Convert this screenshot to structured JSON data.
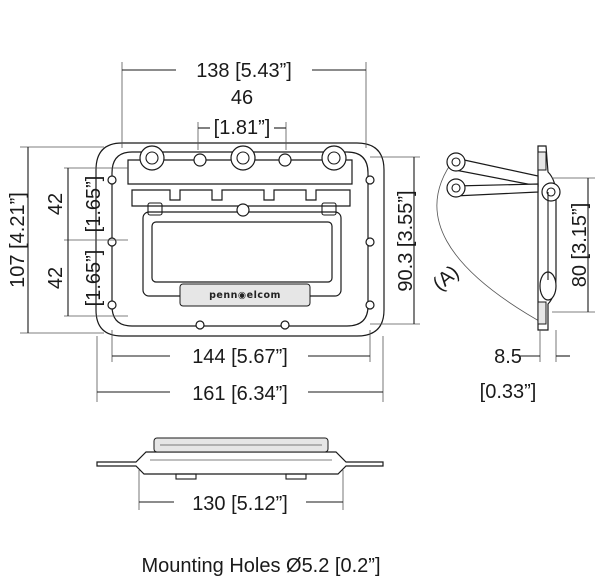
{
  "dimensions": {
    "top_width": "138 [5.43”]",
    "handle_spacing": "46",
    "handle_spacing_in": "[1.81”]",
    "height_total": "107 [4.21”]",
    "upper_half": "42",
    "upper_half_in": "[1.65”]",
    "lower_half": "42",
    "lower_half_in": "[1.65”]",
    "cutout_height": "90.3 [3.55”]",
    "cutout_width": "144 [5.67”]",
    "overall_width": "161 [6.34”]",
    "side_height": "80 [3.15”]",
    "depth": "8.5",
    "depth_in": "[0.33”]",
    "bottom_width": "130 [5.12”]",
    "arc_label": "(A)"
  },
  "brand_mark": "penn◉elcom",
  "caption": "Mounting Holes Ø5.2 [0.2”]"
}
